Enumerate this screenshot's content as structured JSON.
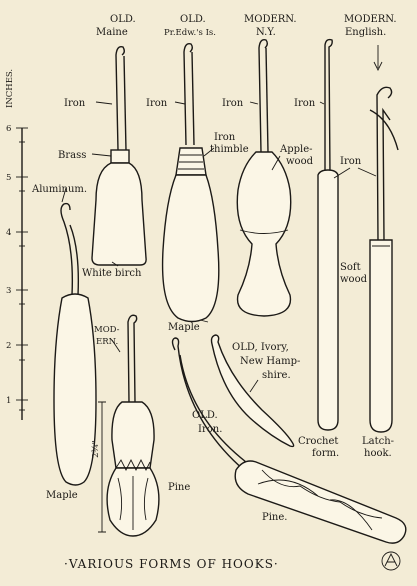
{
  "colors": {
    "paper": "#f3ecd6",
    "ink": "#1c1a17",
    "wood": "#fbf6e6"
  },
  "header": {
    "col1_top": "OLD.",
    "col1_bottom": "Maine",
    "col2_top": "OLD.",
    "col2_bottom": "Pr.Edw.'s Is.",
    "col3_top": "MODERN.",
    "col3_bottom": "N.Y.",
    "col4_top": "MODERN.",
    "col4_bottom": "English."
  },
  "ruler": {
    "label": "INCHES.",
    "ticks": [
      "1",
      "2",
      "3",
      "4",
      "5",
      "6"
    ]
  },
  "labels": {
    "iron_1": "Iron",
    "iron_2": "Iron",
    "iron_3": "Iron",
    "iron_4": "Iron",
    "brass": "Brass",
    "iron_thimble_1": "Iron",
    "iron_thimble_2": "thimble",
    "apple_1": "Apple-",
    "apple_2": "wood",
    "aluminum": "Aluminum.",
    "white_birch": "White birch",
    "maple_1": "Maple",
    "iron_right": "Iron",
    "soft_1": "Soft",
    "soft_2": "wood",
    "modern_1": "MOD-",
    "modern_2": "ERN.",
    "ivory_1": "OLD, Ivory,",
    "ivory_2": "New Hamp-",
    "ivory_3": "shire.",
    "old_iron_1": "OLD.",
    "old_iron_2": "Iron.",
    "crochet_1": "Crochet",
    "crochet_2": "form.",
    "latch_1": "Latch-",
    "latch_2": "hook.",
    "maple_2": "Maple",
    "pine_1": "Pine",
    "pine_2": "Pine.",
    "dimension": "2¾\""
  },
  "footer": {
    "title": "·VARIOUS FORMS OF HOOKS·"
  }
}
